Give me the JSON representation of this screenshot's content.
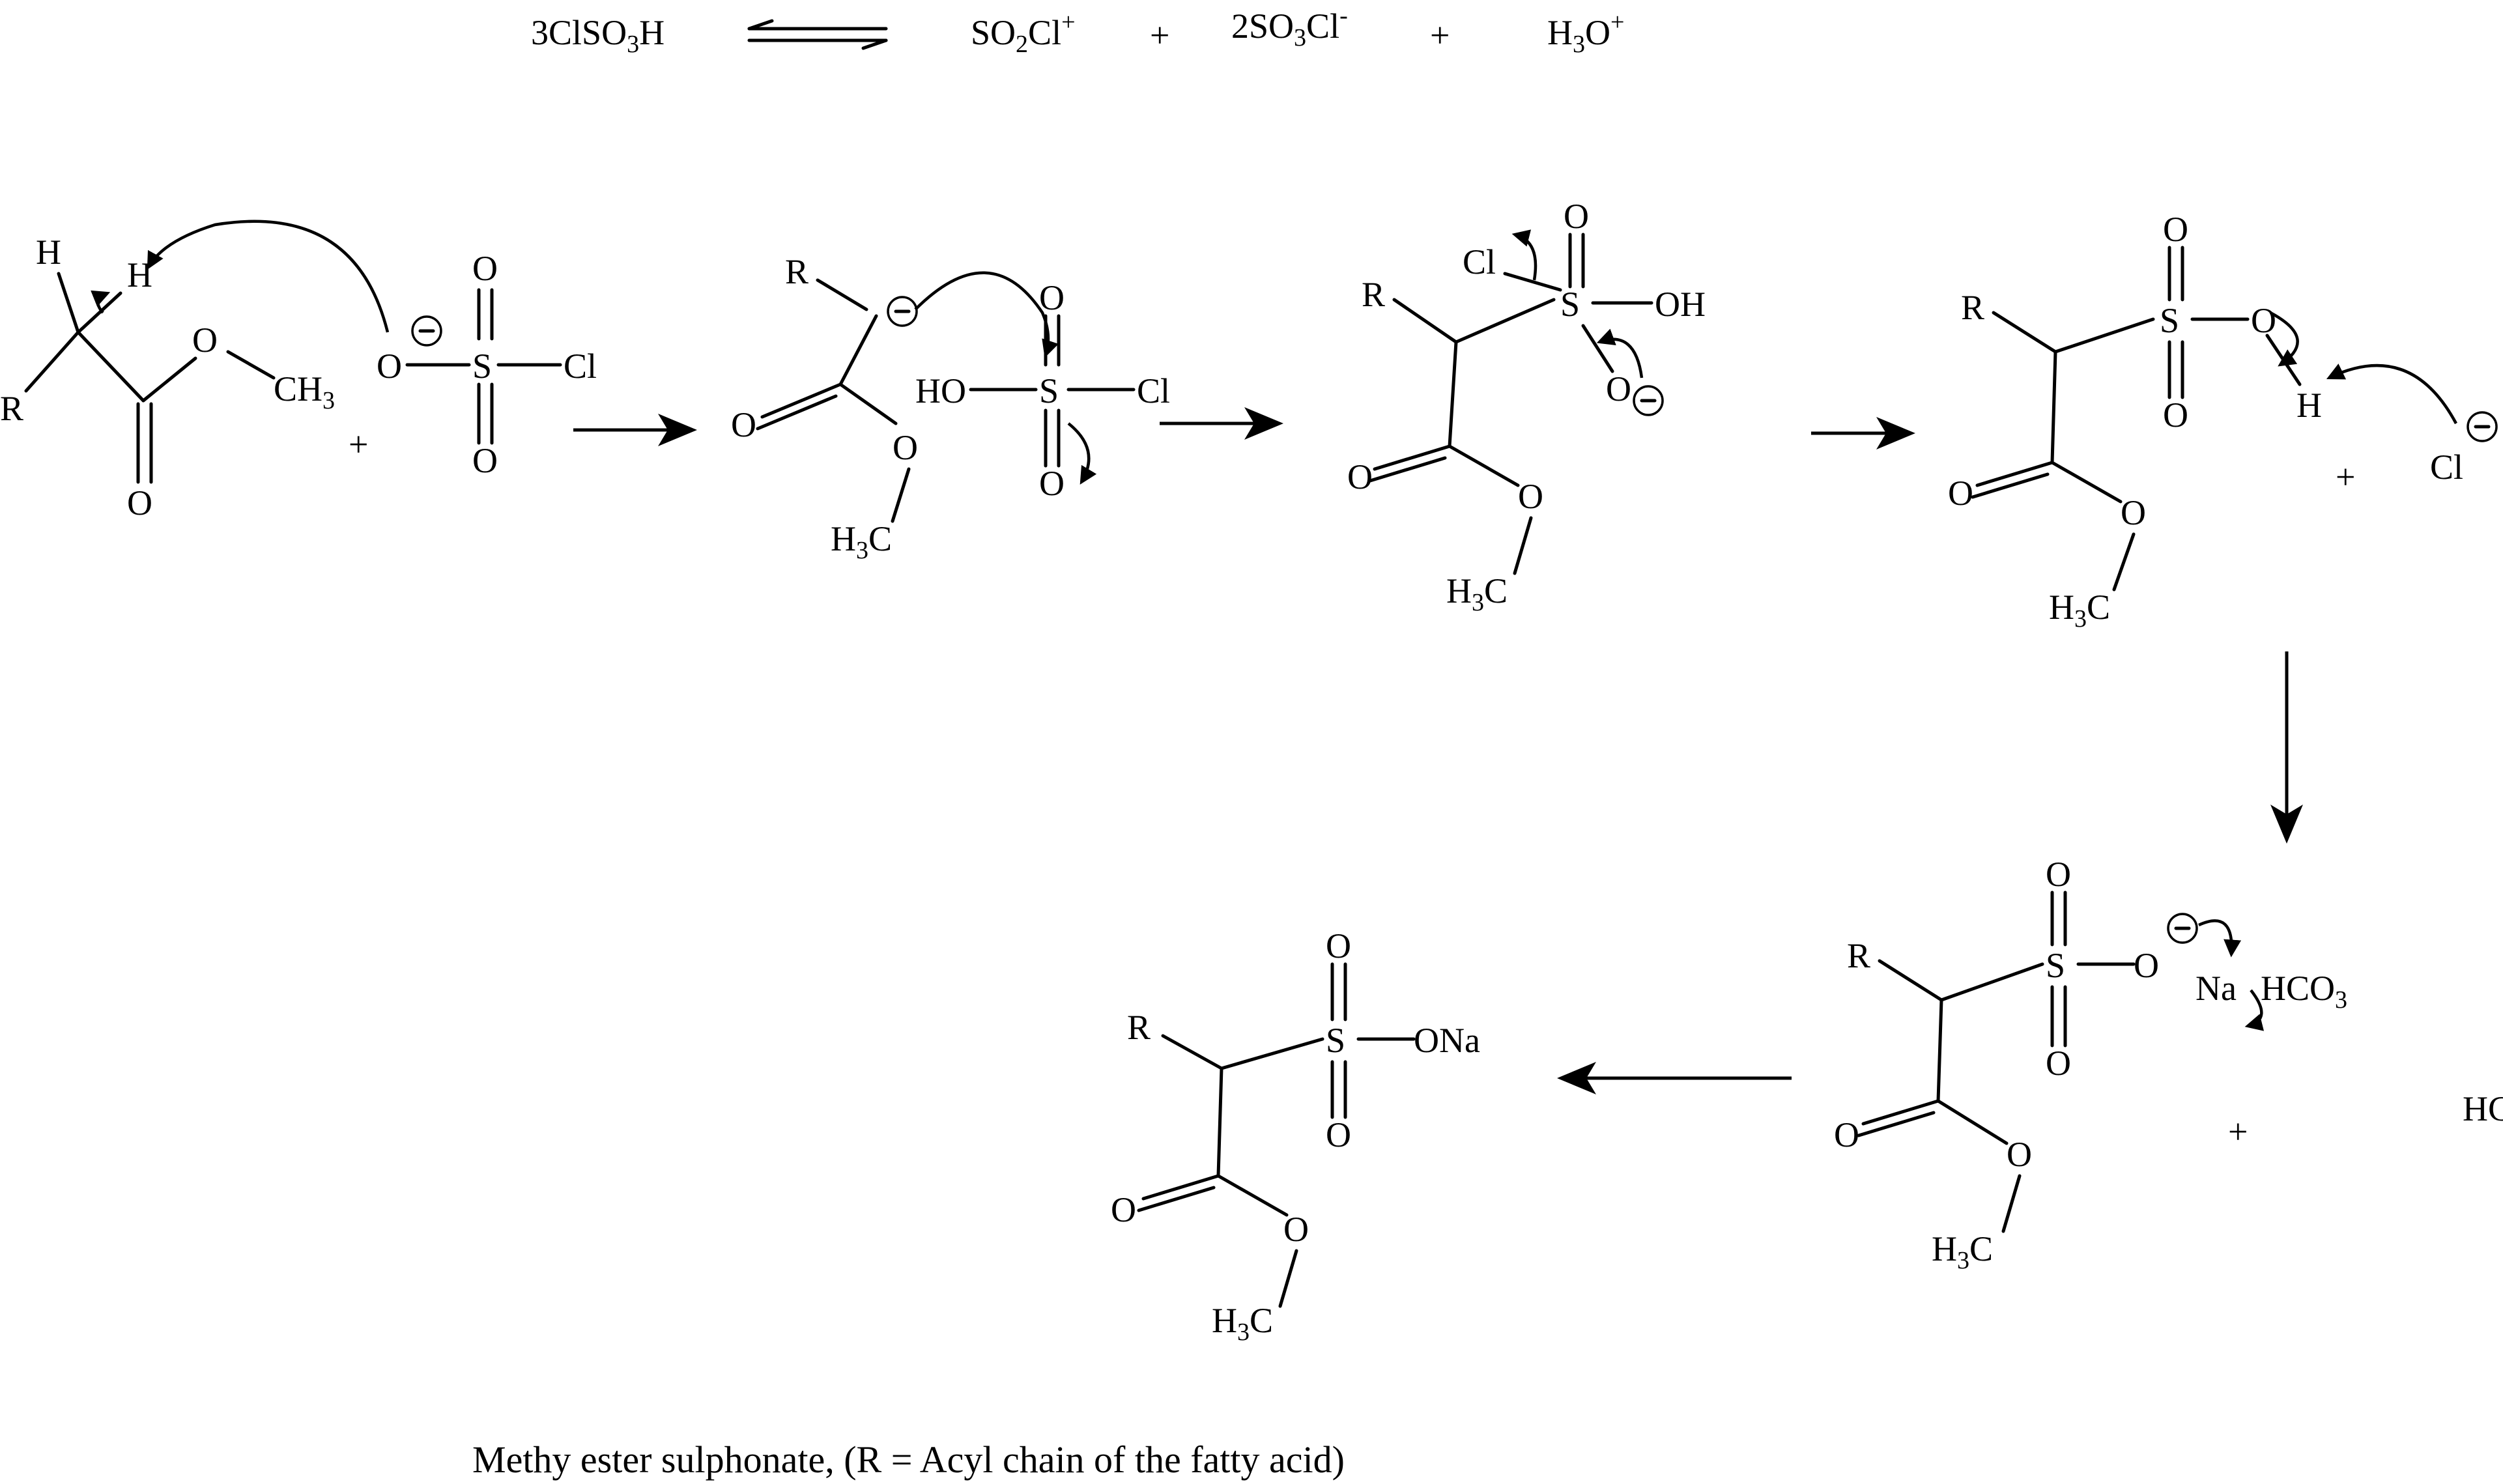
{
  "equilibrium": {
    "reactant": "3ClSO3H",
    "product_1": "SO2Cl+",
    "product_2": "2SO3Cl-",
    "product_3": "H3O+",
    "plus": "+"
  },
  "atoms": {
    "H": "H",
    "R": "R",
    "O": "O",
    "S": "S",
    "Cl": "Cl",
    "CH3": "CH3",
    "H3C": "H3C",
    "HO": "HO",
    "OH": "OH",
    "ONa": "ONa",
    "Na": "Na",
    "HCO3": "HCO3",
    "HCl": "HCl",
    "plus": "+"
  },
  "caption": "Methy ester sulphonate, (R = Acyl chain of the fatty acid)"
}
